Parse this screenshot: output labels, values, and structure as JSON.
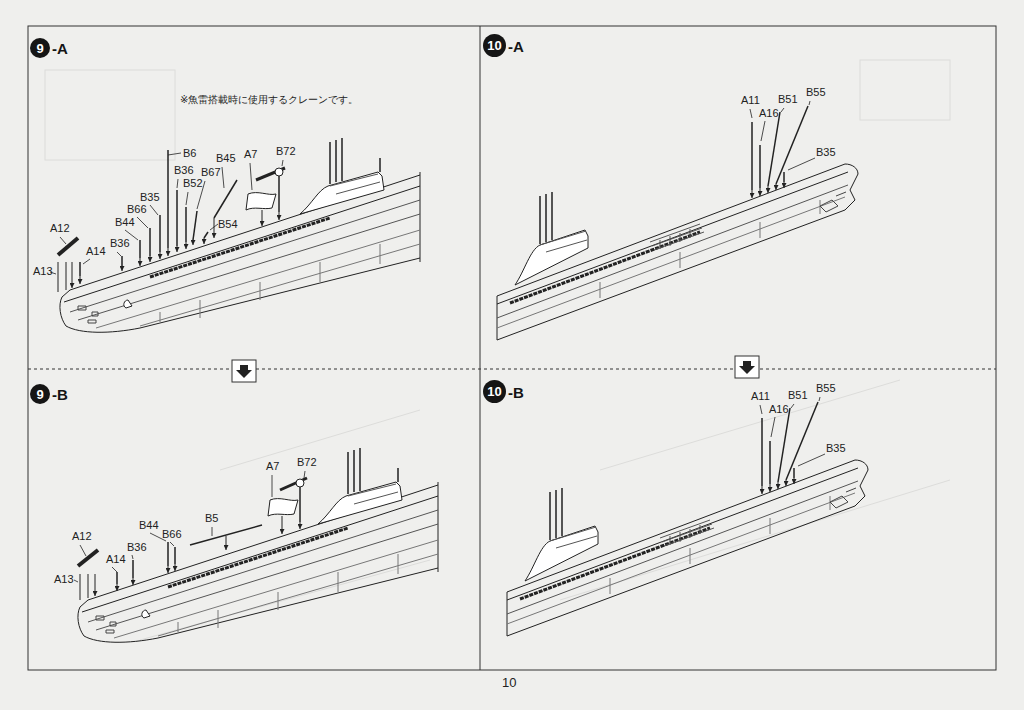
{
  "diagram": {
    "nodes": [
      {
        "text": [
          "9",
          "-A"
        ]
      },
      {
        "text": [
          "10",
          "-A"
        ]
      },
      {
        "text": [
          "9",
          "-B"
        ]
      },
      {
        "text": [
          "10",
          "-B"
        ]
      }
    ],
    "labels": [
      "※魚雷搭載時に使用するクレーンです。",
      "B6",
      "A7",
      "B72",
      "B45",
      "B36",
      "B67",
      "B52",
      "B35",
      "B66",
      "B44",
      "A12",
      "B54",
      "A14",
      "B36",
      "A13",
      "A11",
      "A16",
      "B51",
      "B55",
      "B35",
      "A7",
      "B72",
      "B5",
      "B44",
      "B66",
      "A12",
      "B36",
      "A14",
      "A13",
      "A11",
      "A16",
      "B51",
      "B55",
      "B35",
      "10"
    ]
  }
}
